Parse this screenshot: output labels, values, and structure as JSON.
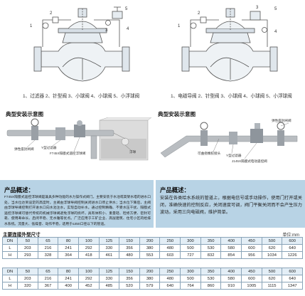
{
  "drawings": {
    "left_parts": "1、过滤器 2、针型阀 3、小球阀 4、小球阀 5、小浮球阀",
    "right_parts": "1、电磁导阀 2、针型阀 3、小球阀 4、小球阀 5、小浮球阀"
  },
  "install": {
    "left_title": "典型安装示意图",
    "right_title": "典型安装示意图",
    "left_callouts": [
      "弹性座封闸阀",
      "Y型过滤器",
      "F745X隔膜式遥控浮球阀",
      "浮球"
    ],
    "right_callouts": [
      "弹性座封闸阀",
      "可曲挠橡胶接头",
      "Y型过滤器",
      "J145X隔膜式电动遥控阀"
    ]
  },
  "overview_left": {
    "title": "产品概述：",
    "text": "F745X隔膜式遥控浮球阀是兼具多种功能的水力操作式阀门。主要安装于水池或高架水塔的进水口处，当水位达到设定的高度时，主阀由浮球导阀控制关闭进水口停止供水；当水位下降后，主阀由浮球导阀控制打开进水口向水池注水，实现自动补水。通过控制精确、不受水压干扰、隔膜式遥控浮球阀可替代传统的机械浮球阀避免浮球的损坏，具有体积小、重量轻、检修方便、密封可靠、使用寿命长、启闭平稳、无水锤等优点。广泛应用于工矿企业、高层建筑、住宅小区的给排水系统。流量大、低噪音、动作平稳，适用于≤450口径以下的管道。"
  },
  "overview_right": {
    "title": "产品概述：",
    "text": "安装在各类给水系统的管道上，根据电信号或手动操作，使用门打开或关闭，准确快速的控制反应，关闭速度可调，阀门平衡关闭而不会产生压力波动。采用三向电磁阀，维护简单。"
  },
  "dimensions": {
    "title": "主要连接外型尺寸",
    "unit": "单位:mm",
    "table1": {
      "rows": [
        {
          "label": "DN",
          "values": [
            "50",
            "65",
            "80",
            "100",
            "125",
            "150",
            "200",
            "250",
            "300",
            "350",
            "400",
            "450",
            "500",
            "600"
          ]
        },
        {
          "label": "L",
          "values": [
            "203",
            "216",
            "241",
            "292",
            "330",
            "356",
            "380",
            "480",
            "500",
            "530",
            "580",
            "600",
            "620",
            "640"
          ]
        },
        {
          "label": "H",
          "values": [
            "293",
            "328",
            "364",
            "418",
            "461",
            "480",
            "553",
            "603",
            "727",
            "832",
            "854",
            "956",
            "1034",
            "1226"
          ]
        }
      ]
    },
    "table2": {
      "rows": [
        {
          "label": "DN",
          "values": [
            "50",
            "65",
            "80",
            "100",
            "125",
            "150",
            "200",
            "250",
            "300",
            "350",
            "400",
            "450",
            "500",
            "600"
          ]
        },
        {
          "label": "L",
          "values": [
            "203",
            "216",
            "241",
            "292",
            "330",
            "356",
            "380",
            "480",
            "500",
            "530",
            "580",
            "600",
            "620",
            "640"
          ]
        },
        {
          "label": "H",
          "values": [
            "320",
            "367",
            "400",
            "452",
            "485",
            "520",
            "579",
            "640",
            "764",
            "860",
            "910",
            "1005",
            "1115",
            "1347"
          ]
        }
      ]
    }
  }
}
